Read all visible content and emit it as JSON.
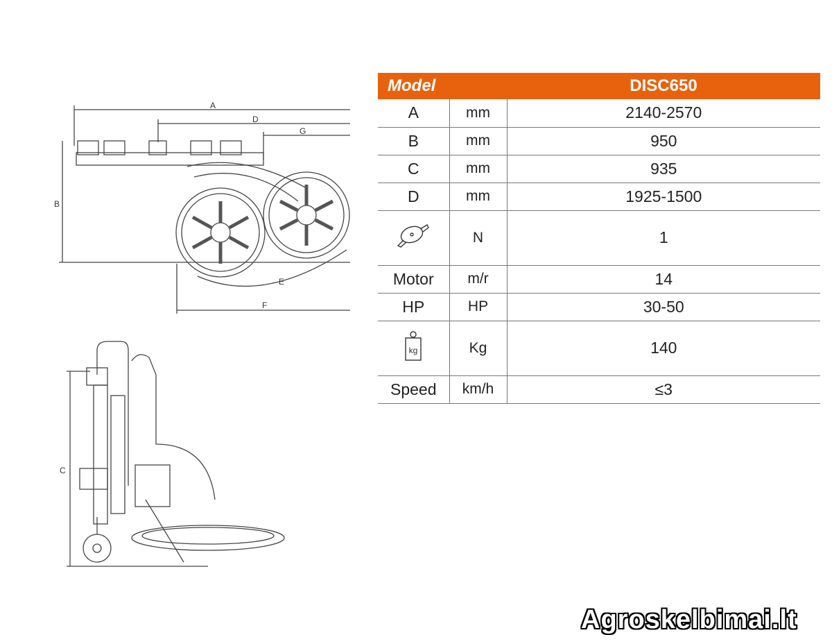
{
  "diagram_labels": {
    "top": [
      "A",
      "D",
      "G",
      "B",
      "E",
      "F"
    ],
    "side": [
      "C"
    ]
  },
  "table": {
    "header": {
      "label": "Model",
      "value": "DISC650"
    },
    "rows": [
      {
        "param": "A",
        "unit": "mm",
        "value": "2140-2570"
      },
      {
        "param": "B",
        "unit": "mm",
        "value": "950"
      },
      {
        "param": "C",
        "unit": "mm",
        "value": "935"
      },
      {
        "param": "D",
        "unit": "mm",
        "value": "1925-1500"
      },
      {
        "param_icon": "disc-blade-icon",
        "unit": "N",
        "value": "1"
      },
      {
        "param": "Motor",
        "unit": "m/r",
        "value": "14"
      },
      {
        "param": "HP",
        "unit": "HP",
        "value": "30-50"
      },
      {
        "param_icon": "weight-kg-icon",
        "icon_text": "kg",
        "unit": "Kg",
        "value": "140"
      },
      {
        "param": "Speed",
        "unit": "km/h",
        "value": "≤3"
      }
    ]
  },
  "watermark": "Agroskelbimai.lt"
}
